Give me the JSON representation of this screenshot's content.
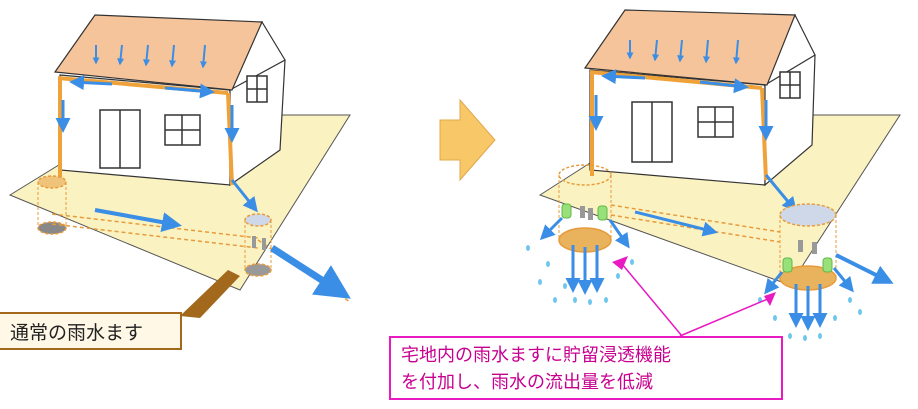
{
  "labels": {
    "normal_basin": "通常の雨水ます",
    "improved_basin_line1": "宅地内の雨水ますに貯留浸透機能",
    "improved_basin_line2": "を付加し、雨水の流出量を低減"
  },
  "colors": {
    "ground": "#fbf2c2",
    "roof": "#f6c49a",
    "rain_arrow": "#3a8ee6",
    "gutter": "#f0a23a",
    "storage_basin": "#e9b25c",
    "infiltration_block": "#98e07a",
    "transition_arrow": "#f7c768",
    "callout_normal_border": "#a2691c",
    "callout_improved_border": "#e81bc3",
    "callout_improved_text": "#c8008f"
  }
}
